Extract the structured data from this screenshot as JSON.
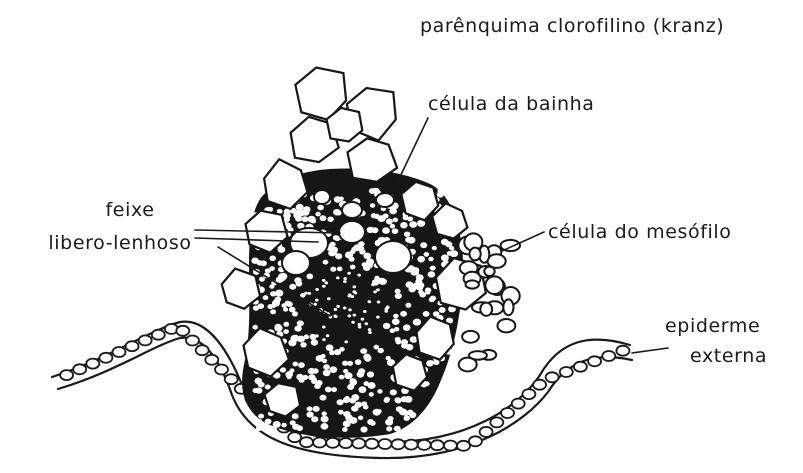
{
  "diagram": {
    "labels": {
      "kranz": "parênquima clorofilino (kranz)",
      "bundle_sheath_cell": "célula da bainha",
      "vascular_bundle_line1": "feixe",
      "vascular_bundle_line2": "libero-lenhoso",
      "mesophyll_cell": "célula do mesófilo",
      "epidermis_line1": "epiderme",
      "epidermis_line2": "externa"
    }
  }
}
